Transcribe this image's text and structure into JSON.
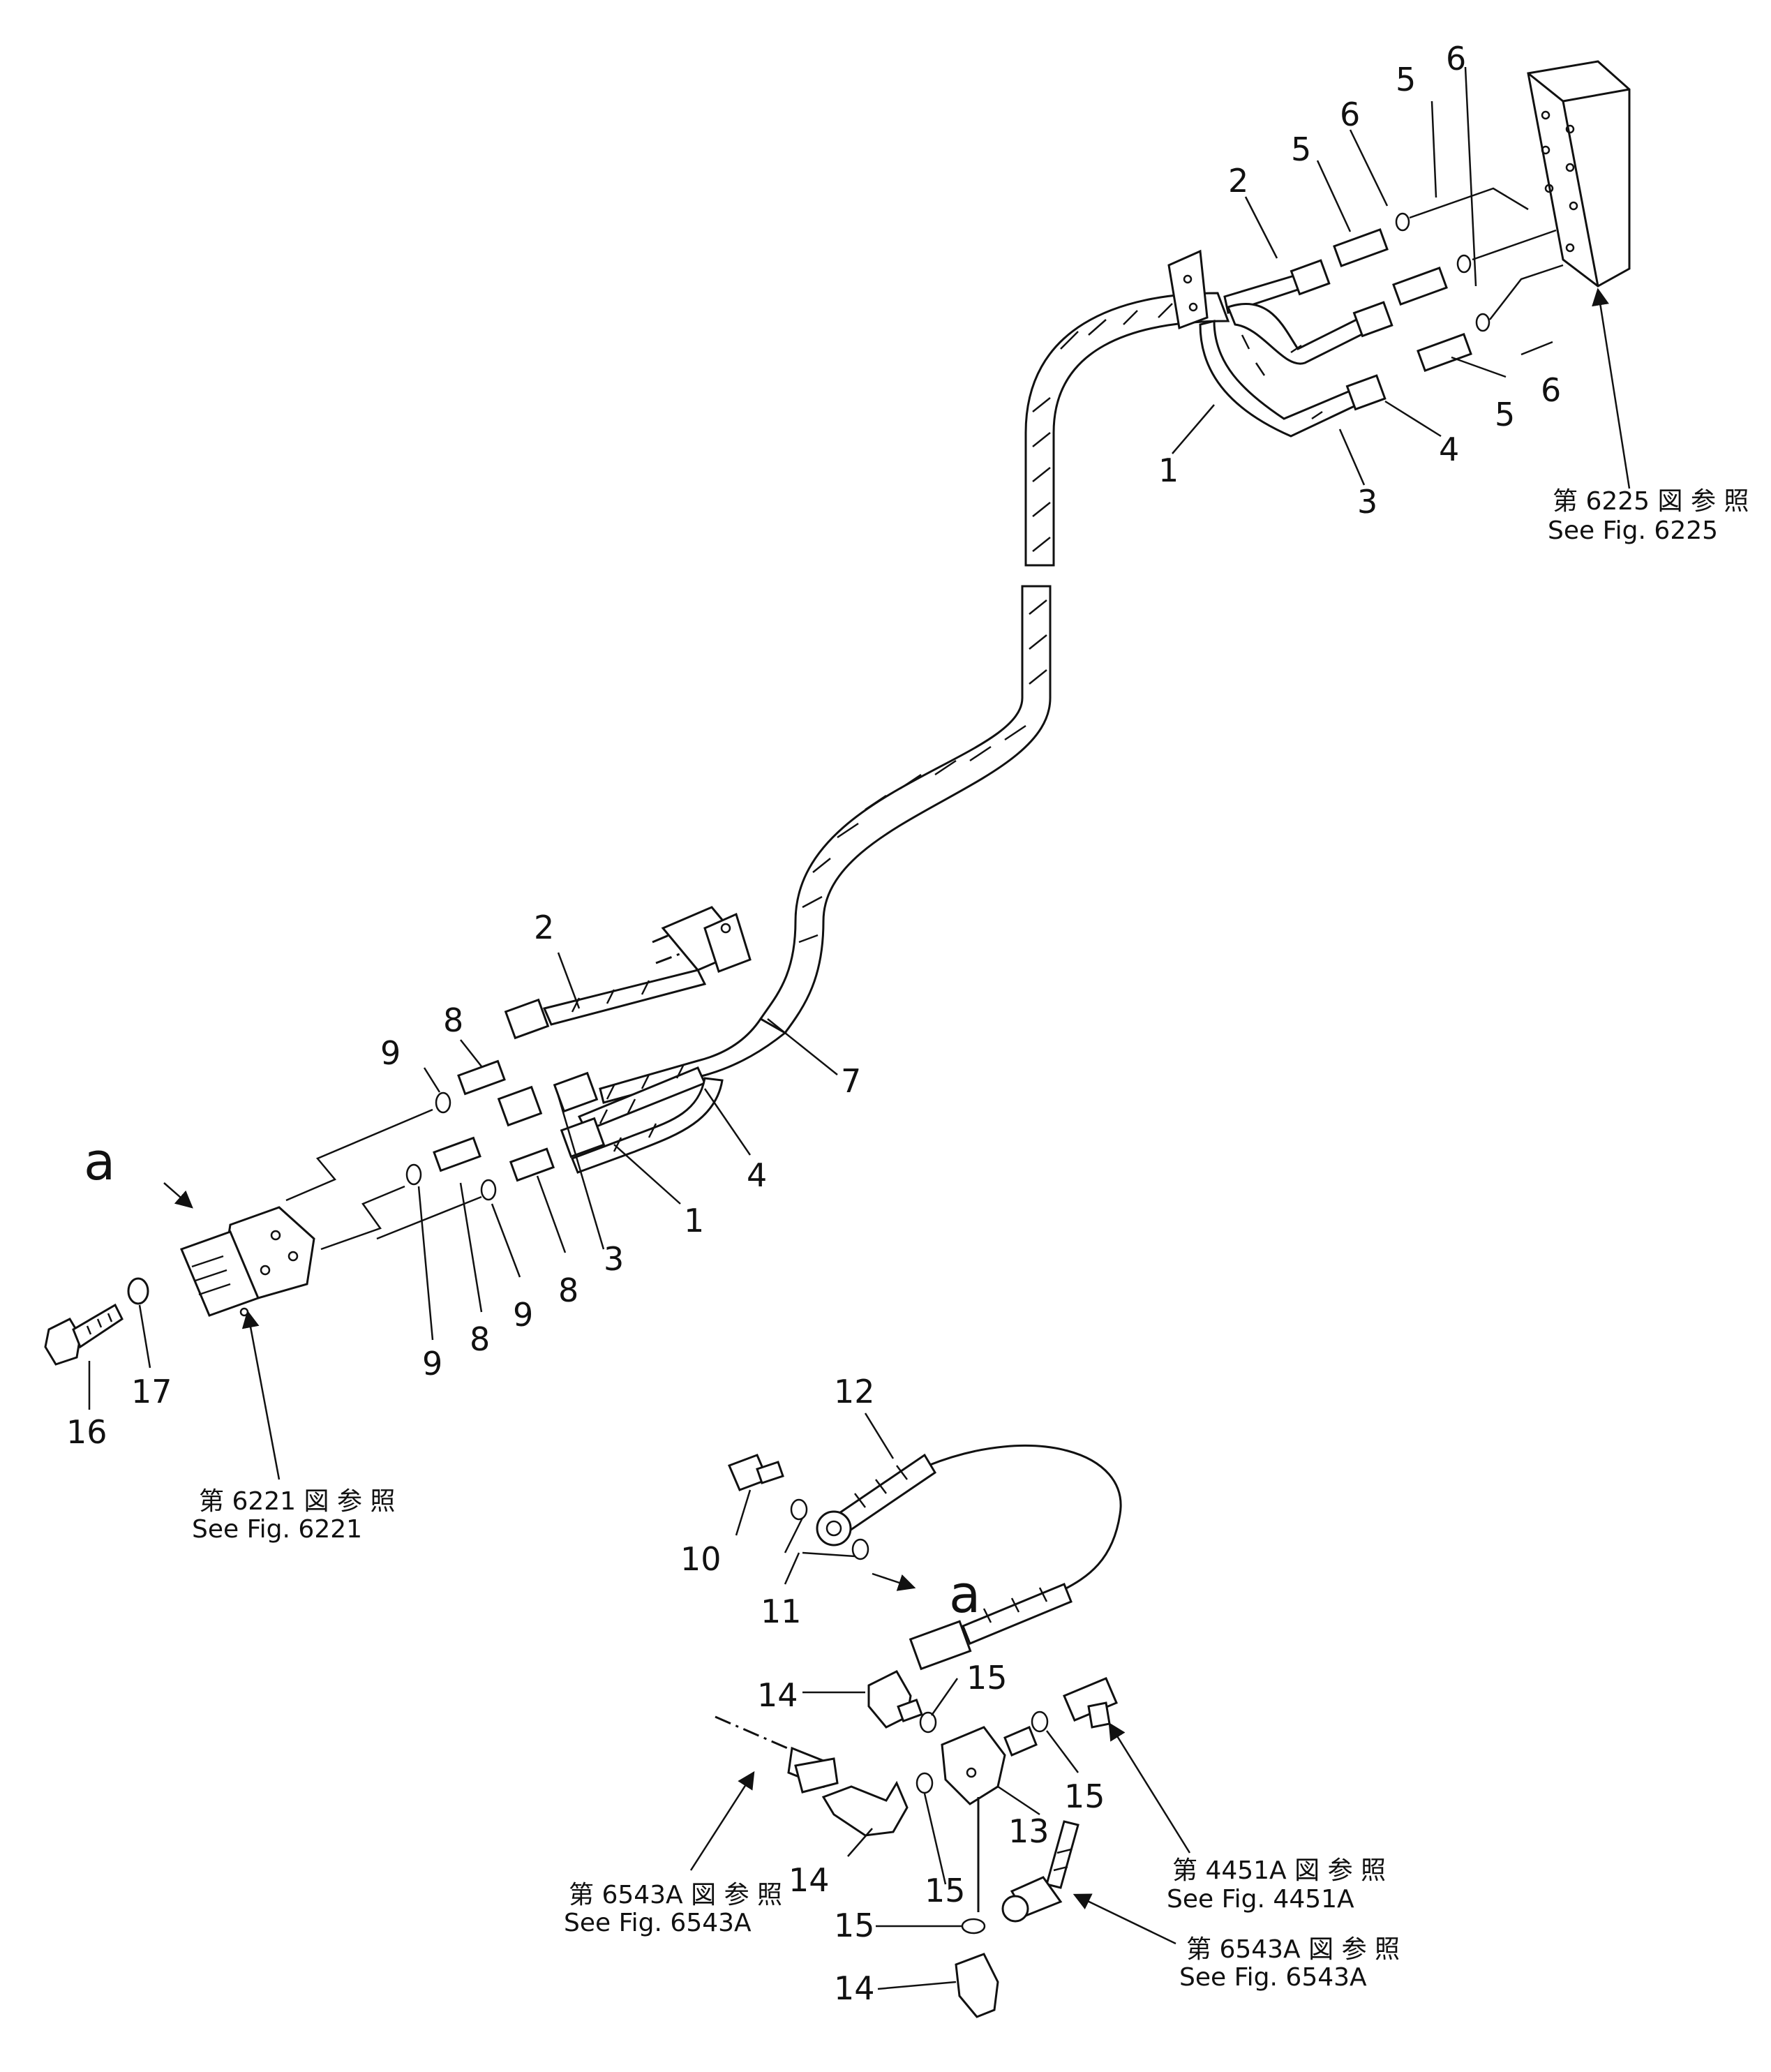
{
  "labels": {
    "n1": "1",
    "n2": "2",
    "n3": "3",
    "n4": "4",
    "n5": "5",
    "n6": "6",
    "n7": "7",
    "n8": "8",
    "n9": "9",
    "n10": "10",
    "n11": "11",
    "n12": "12",
    "n13": "13",
    "n14": "14",
    "n15": "15",
    "n16": "16",
    "n17": "17",
    "a": "a"
  },
  "references": {
    "fig6225_jp": "第 6225 図 参 照",
    "fig6225_en": "See Fig. 6225",
    "fig6221_jp": "第 6221 図 参 照",
    "fig6221_en": "See Fig. 6221",
    "fig6543a_jp": "第 6543A 図 参 照",
    "fig6543a_en": "See Fig. 6543A",
    "fig4451a_jp": "第 4451A 図 参 照",
    "fig4451a_en": "See Fig. 4451A"
  }
}
